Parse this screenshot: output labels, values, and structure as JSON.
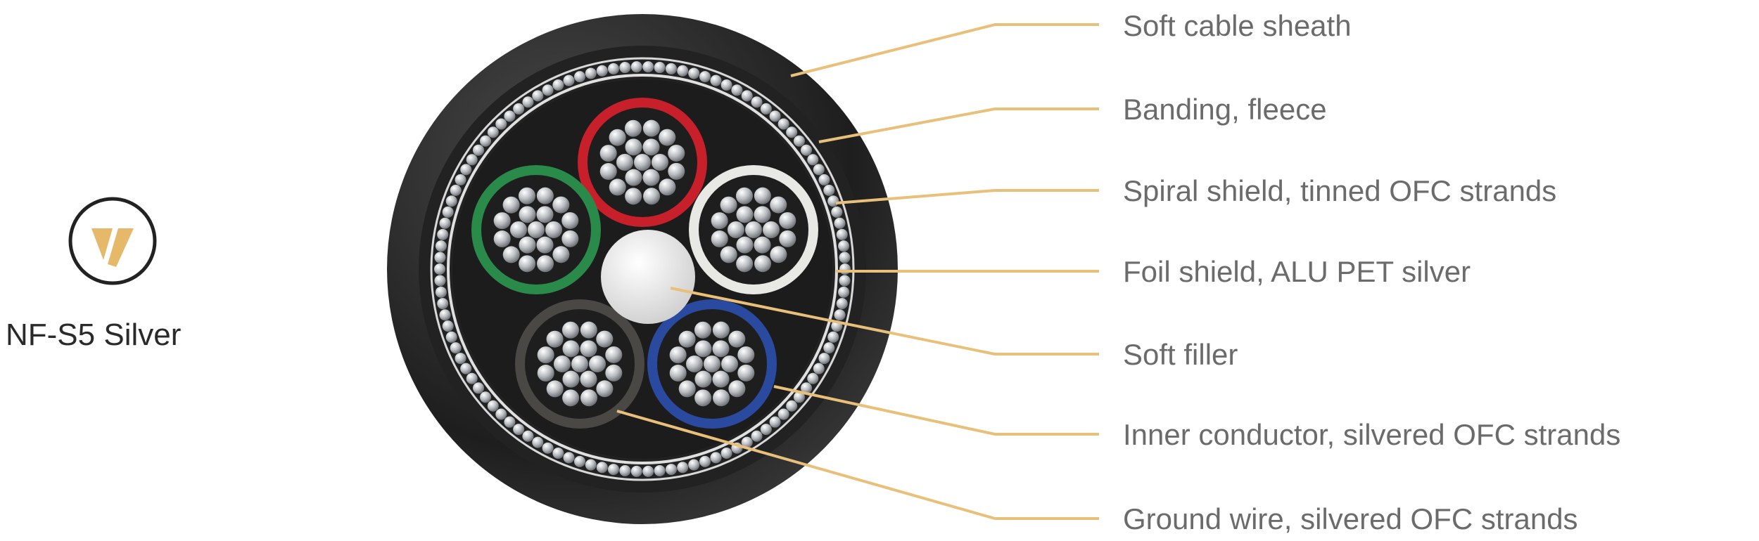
{
  "product": {
    "name": "NF-S5 Silver",
    "logo_icon": "v-triangle-logo-icon"
  },
  "colors": {
    "accent": "#e8c07a",
    "label_text": "#6b6b6b",
    "core_red": "#c8202a",
    "core_green": "#2a8a4a",
    "core_white": "#e8e8e4",
    "core_black": "#4a4844",
    "core_blue": "#2a4aa0"
  },
  "labels": [
    {
      "text": "Soft cable sheath"
    },
    {
      "text": "Banding, fleece"
    },
    {
      "text": "Spiral shield, tinned OFC strands"
    },
    {
      "text": "Foil shield, ALU PET silver"
    },
    {
      "text": "Soft filler"
    },
    {
      "text": "Inner conductor, silvered OFC strands"
    },
    {
      "text": "Ground wire, silvered OFC strands"
    }
  ]
}
